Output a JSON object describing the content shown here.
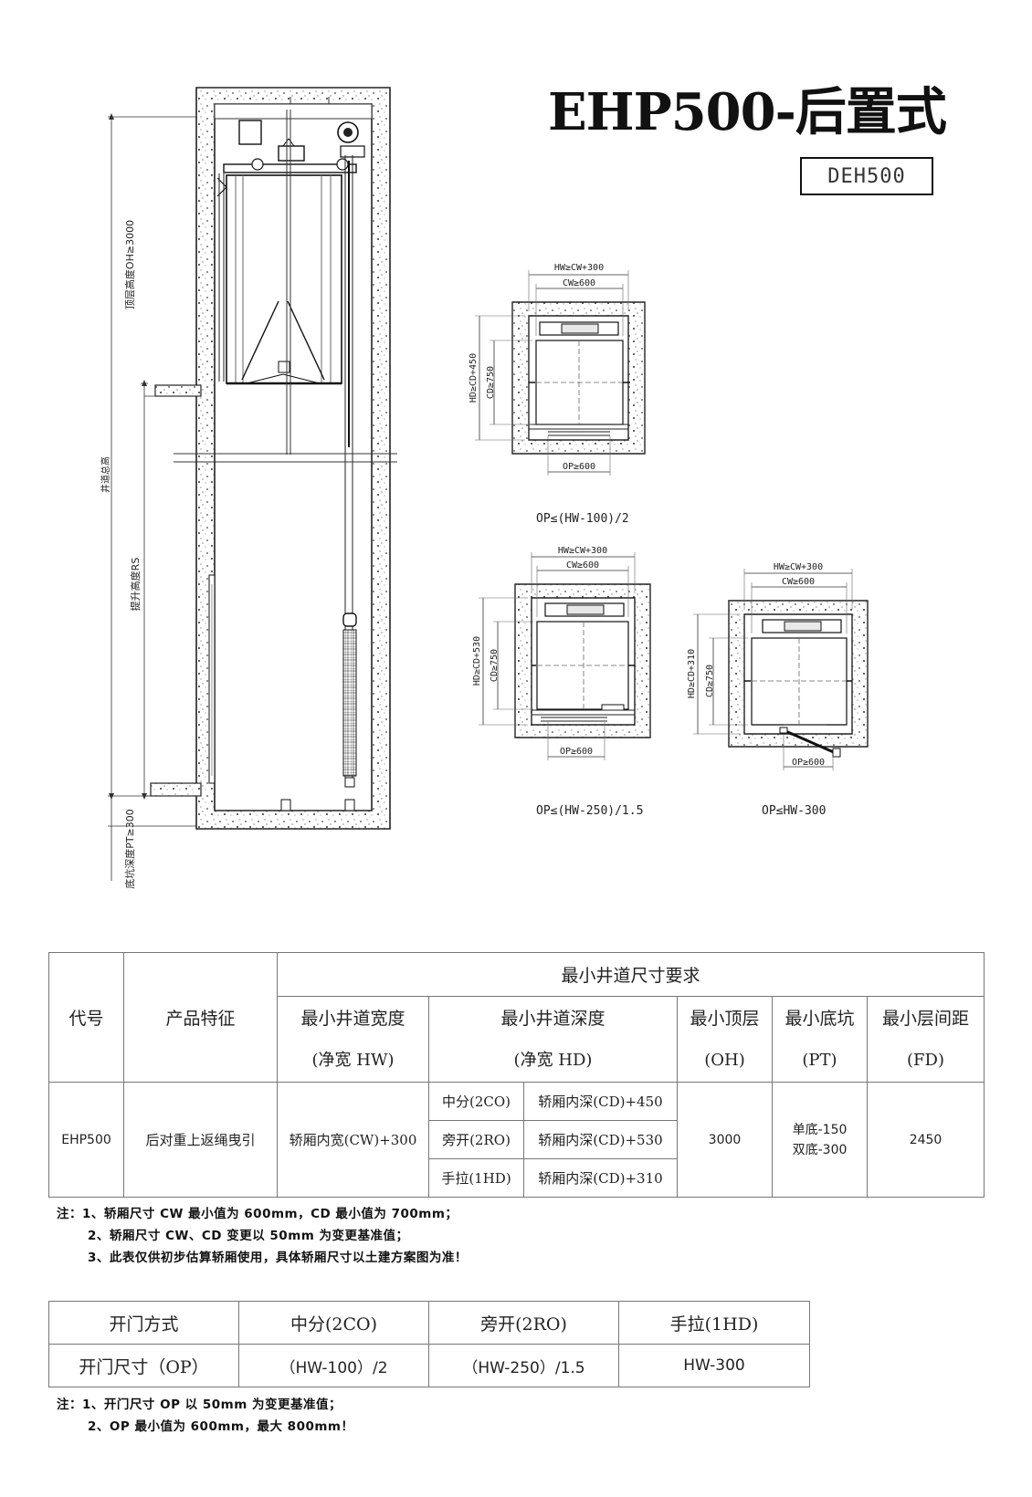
{
  "title": "EHP500-后置式",
  "model_code": "DEH500",
  "elevation_labels": {
    "oh": "顶层高度OH≥3000",
    "rs": "提升高度RS",
    "total": "井道总高",
    "pt": "底坑深度PT≥300"
  },
  "plan_views": [
    {
      "hw": "HW≥CW+300",
      "cw": "CW≥600",
      "hd": "HD≥CD+450",
      "cd": "CD≥750",
      "op": "OP≥600",
      "caption": "OP≤(HW-100)/2"
    },
    {
      "hw": "HW≥CW+300",
      "cw": "CW≥600",
      "hd": "HD≥CD+530",
      "cd": "CD≥750",
      "op": "OP≥600",
      "caption": "OP≤(HW-250)/1.5"
    },
    {
      "hw": "HW≥CW+300",
      "cw": "CW≥600",
      "hd": "HD≥CD+310",
      "cd": "CD≥750",
      "op": "OP≥600",
      "caption": "OP≤HW-300"
    }
  ],
  "table1": {
    "col_code": "代号",
    "col_feature": "产品特征",
    "group_header": "最小井道尺寸要求",
    "width_header": "最小井道宽度",
    "width_sub": "(净宽 HW)",
    "depth_header": "最小井道深度",
    "depth_sub": "(净宽 HD)",
    "oh_header": "最小顶层",
    "oh_sub": "(OH)",
    "pt_header": "最小底坑",
    "pt_sub": "(PT)",
    "fd_header": "最小层间距",
    "fd_sub": "(FD)",
    "row": {
      "code": "EHP500",
      "feature": "后对重上返绳曳引",
      "width": "轿厢内宽(CW)+300",
      "depth_rows": [
        {
          "type": "中分(2CO)",
          "value": "轿厢内深(CD)+450"
        },
        {
          "type": "旁开(2RO)",
          "value": "轿厢内深(CD)+530"
        },
        {
          "type": "手拉(1HD)",
          "value": "轿厢内深(CD)+310"
        }
      ],
      "oh": "3000",
      "pt_line1": "单底-150",
      "pt_line2": "双底-300",
      "fd": "2450"
    }
  },
  "notes1": [
    "注：1、轿厢尺寸 CW 最小值为 600mm，CD 最小值为 700mm；",
    "2、轿厢尺寸 CW、CD 变更以 50mm 为变更基准值；",
    "3、此表仅供初步估算轿厢使用，具体轿厢尺寸以土建方案图为准！"
  ],
  "table2": {
    "header": [
      "开门方式",
      "中分(2CO)",
      "旁开(2RO)",
      "手拉(1HD)"
    ],
    "row": [
      "开门尺寸（OP）",
      "（HW-100）/2",
      "（HW-250）/1.5",
      "HW-300"
    ]
  },
  "notes2": [
    "注：1、开门尺寸 OP 以 50mm 为变更基准值；",
    "2、OP 最小值为 600mm，最大 800mm！"
  ]
}
